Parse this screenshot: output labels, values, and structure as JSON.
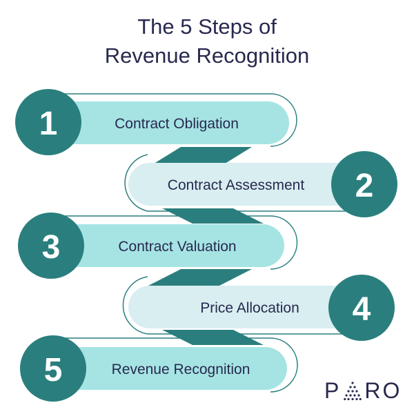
{
  "title": {
    "line1": "The 5 Steps of",
    "line2": "Revenue Recognition"
  },
  "steps": [
    {
      "number": "1",
      "label": "Contract Obligation"
    },
    {
      "number": "2",
      "label": "Contract Assessment"
    },
    {
      "number": "3",
      "label": "Contract Valuation"
    },
    {
      "number": "4",
      "label": "Price Allocation"
    },
    {
      "number": "5",
      "label": "Revenue Recognition"
    }
  ],
  "logo": {
    "text_before": "P",
    "text_after": "RO",
    "mark_icon": "dotted-triangle-icon"
  },
  "colors": {
    "title": "#27294e",
    "circle": "#2a7f7e",
    "pill_dark": "#a6e4e4",
    "pill_light": "#d8eef0",
    "connector": "#2a7f7e",
    "outline": "#2a7f7e"
  }
}
